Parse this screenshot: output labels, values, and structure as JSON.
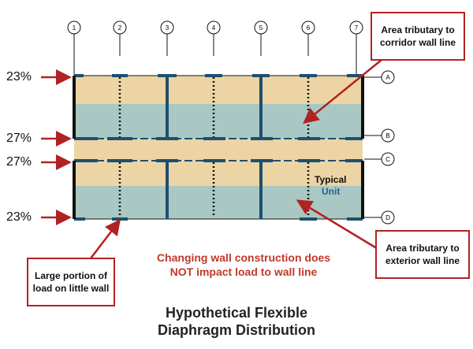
{
  "grid_lines": [
    "1",
    "2",
    "3",
    "4",
    "5",
    "6",
    "7"
  ],
  "row_lines": [
    "A",
    "B",
    "C",
    "D"
  ],
  "percentages": [
    "23%",
    "27%",
    "27%",
    "23%"
  ],
  "callouts": {
    "corridor": "Area tributary to corridor wall line",
    "exterior": "Area tributary to exterior wall line",
    "little_wall": "Large portion of load on little wall"
  },
  "note": "Changing wall construction does NOT impact load to wall line",
  "typical": "Typical",
  "unit": "Unit",
  "title_line1": "Hypothetical Flexible",
  "title_line2": "Diaphragm Distribution",
  "colors": {
    "tan": "#ecd4a4",
    "teal": "#a9c8c4",
    "wall": "#1e4f6e",
    "arrow": "#b22222"
  }
}
